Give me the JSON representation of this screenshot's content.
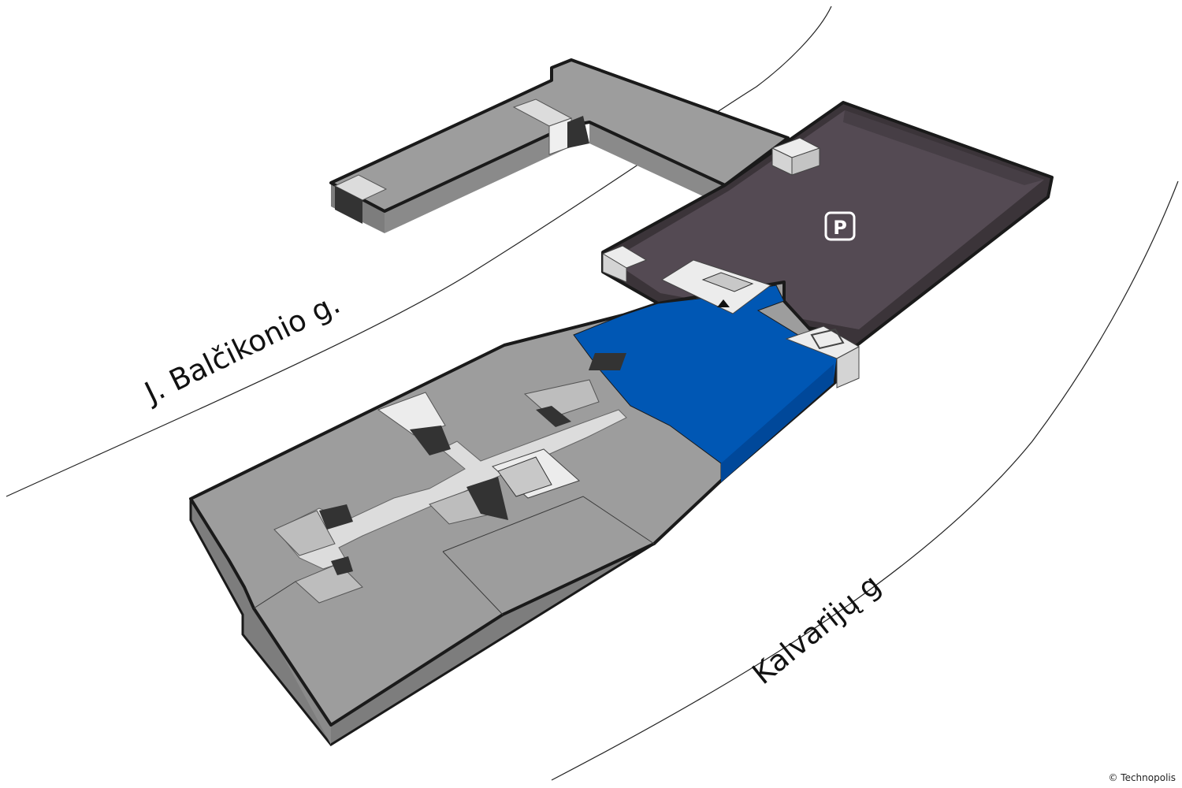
{
  "streets": {
    "north": "J. Balčikonio g.",
    "south": "Kalvarijų g"
  },
  "parking": {
    "symbol": "P"
  },
  "copyright": "© Technopolis",
  "colors": {
    "floor_grey": "#9d9d9d",
    "wall_grey": "#7d7d7d",
    "corridor_light": "#dcdcdc",
    "highlight_blue": "#0057b4",
    "parking_dark": "#544a53",
    "core_dark": "#333333"
  },
  "icons": {
    "parking": "parking-sign-icon",
    "elevator": "elevator-icon",
    "stairs": "stairs-icon",
    "you_are_here": "arrow-up-icon"
  }
}
